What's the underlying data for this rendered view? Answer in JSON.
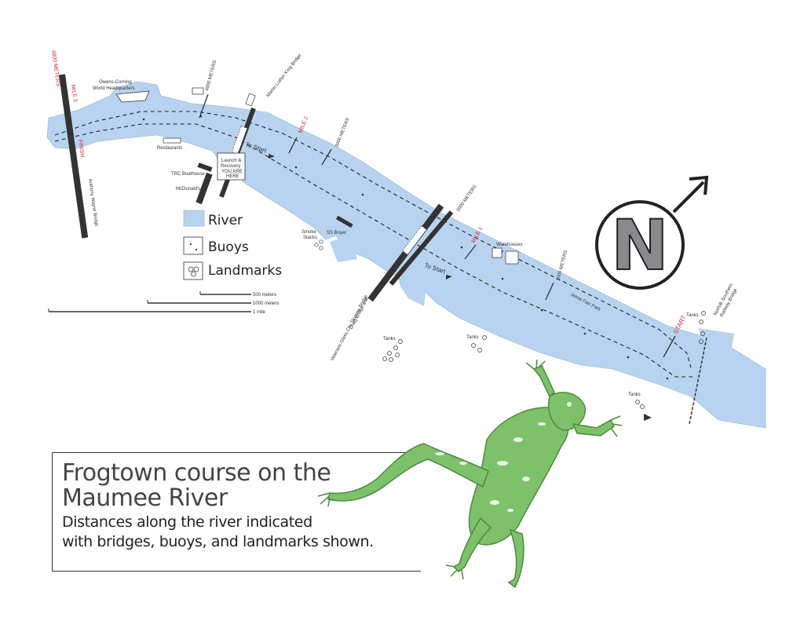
{
  "legend": {
    "river": "River",
    "buoys": "Buoys",
    "landmarks": "Landmarks"
  },
  "scale": {
    "s500": "500 meters",
    "s1000": "1000 meters",
    "s1mile": "1 mile"
  },
  "labels": {
    "finish": "FINISH",
    "finish_meters": "4800 METERS",
    "mile3": "MILE 3",
    "anthony_wayne": "Anthony Wayne Bridge",
    "owens_corning_1": "Owens-Corning",
    "owens_corning_2": "World Headquarters",
    "m4000": "4000 METERS",
    "mlk": "Martin Luther King Bridge",
    "restaurants": "Restaurants",
    "launch_1": "Launch &",
    "launch_2": "Recovery",
    "launch_3": "YOU ARE",
    "launch_4": "HERE",
    "trc": "TRC Boathouse",
    "mcdonalds": "McDonald's",
    "to_start_1": "To Start",
    "mile2": "MILE 2",
    "m3000": "3000 METERS",
    "smoke_1": "Smoke",
    "smoke_2": "Stacks",
    "ss_boyer": "SS Boyer",
    "m2000": "2000 METERS",
    "craig_1": "Craig Bridge and",
    "craig_2": "Veterans Glass City Skyway Bridge",
    "to_start_2": "To Start",
    "mile1": "MILE 1",
    "warehouses": "Warehouses",
    "m1000": "1000 METERS",
    "jamie_farr": "Jamie Farr Park",
    "start": "START",
    "tanks_a": "Tanks",
    "tanks_b": "Tanks",
    "tanks_c": "Tanks",
    "tanks_d": "Tanks",
    "norfolk_1": "Norfolk Southern",
    "norfolk_2": "Railway Bridge",
    "north": "N"
  },
  "title": {
    "line1": "Frogtown course on the",
    "line2": "Maumee River",
    "line3": "Distances along the river indicated",
    "line4": "with bridges, buoys, and landmarks shown."
  },
  "colors": {
    "river": "#b7d3f0",
    "bridge": "#333333",
    "mile": "#d42a2a",
    "frog": "#7ec16b",
    "north_fill": "#8a8a8e"
  }
}
